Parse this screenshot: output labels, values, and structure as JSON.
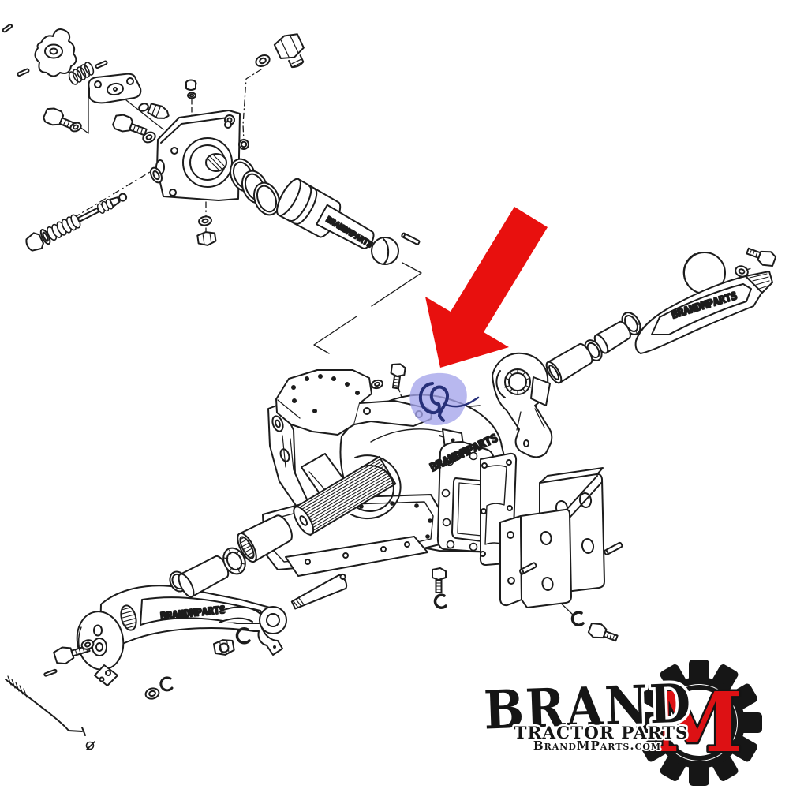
{
  "diagram": {
    "description": "Exploded parts diagram of tractor hydraulic lift cover assembly with arrow pointing to highlighted hook clip",
    "background_color": "#ffffff",
    "line_color": "#1c1c1c",
    "arrow_color": "#e8100e",
    "highlight_fill": "#a4a4ea",
    "highlight_stroke": "#273079",
    "watermarks": {
      "piston_rod": "BRANDMPARTS",
      "lift_cover": "BRANDMPARTS",
      "right_lift_arm": "BRANDMPARTS",
      "left_lift_arm": "BRANDMPARTS"
    }
  },
  "logo": {
    "brand_text": "BRAND",
    "m_text": "M",
    "tagline": "TRACTOR PARTS",
    "website": "BrandMParts.com",
    "m_fill": "#dd1114",
    "gear_fill": "#161616"
  }
}
